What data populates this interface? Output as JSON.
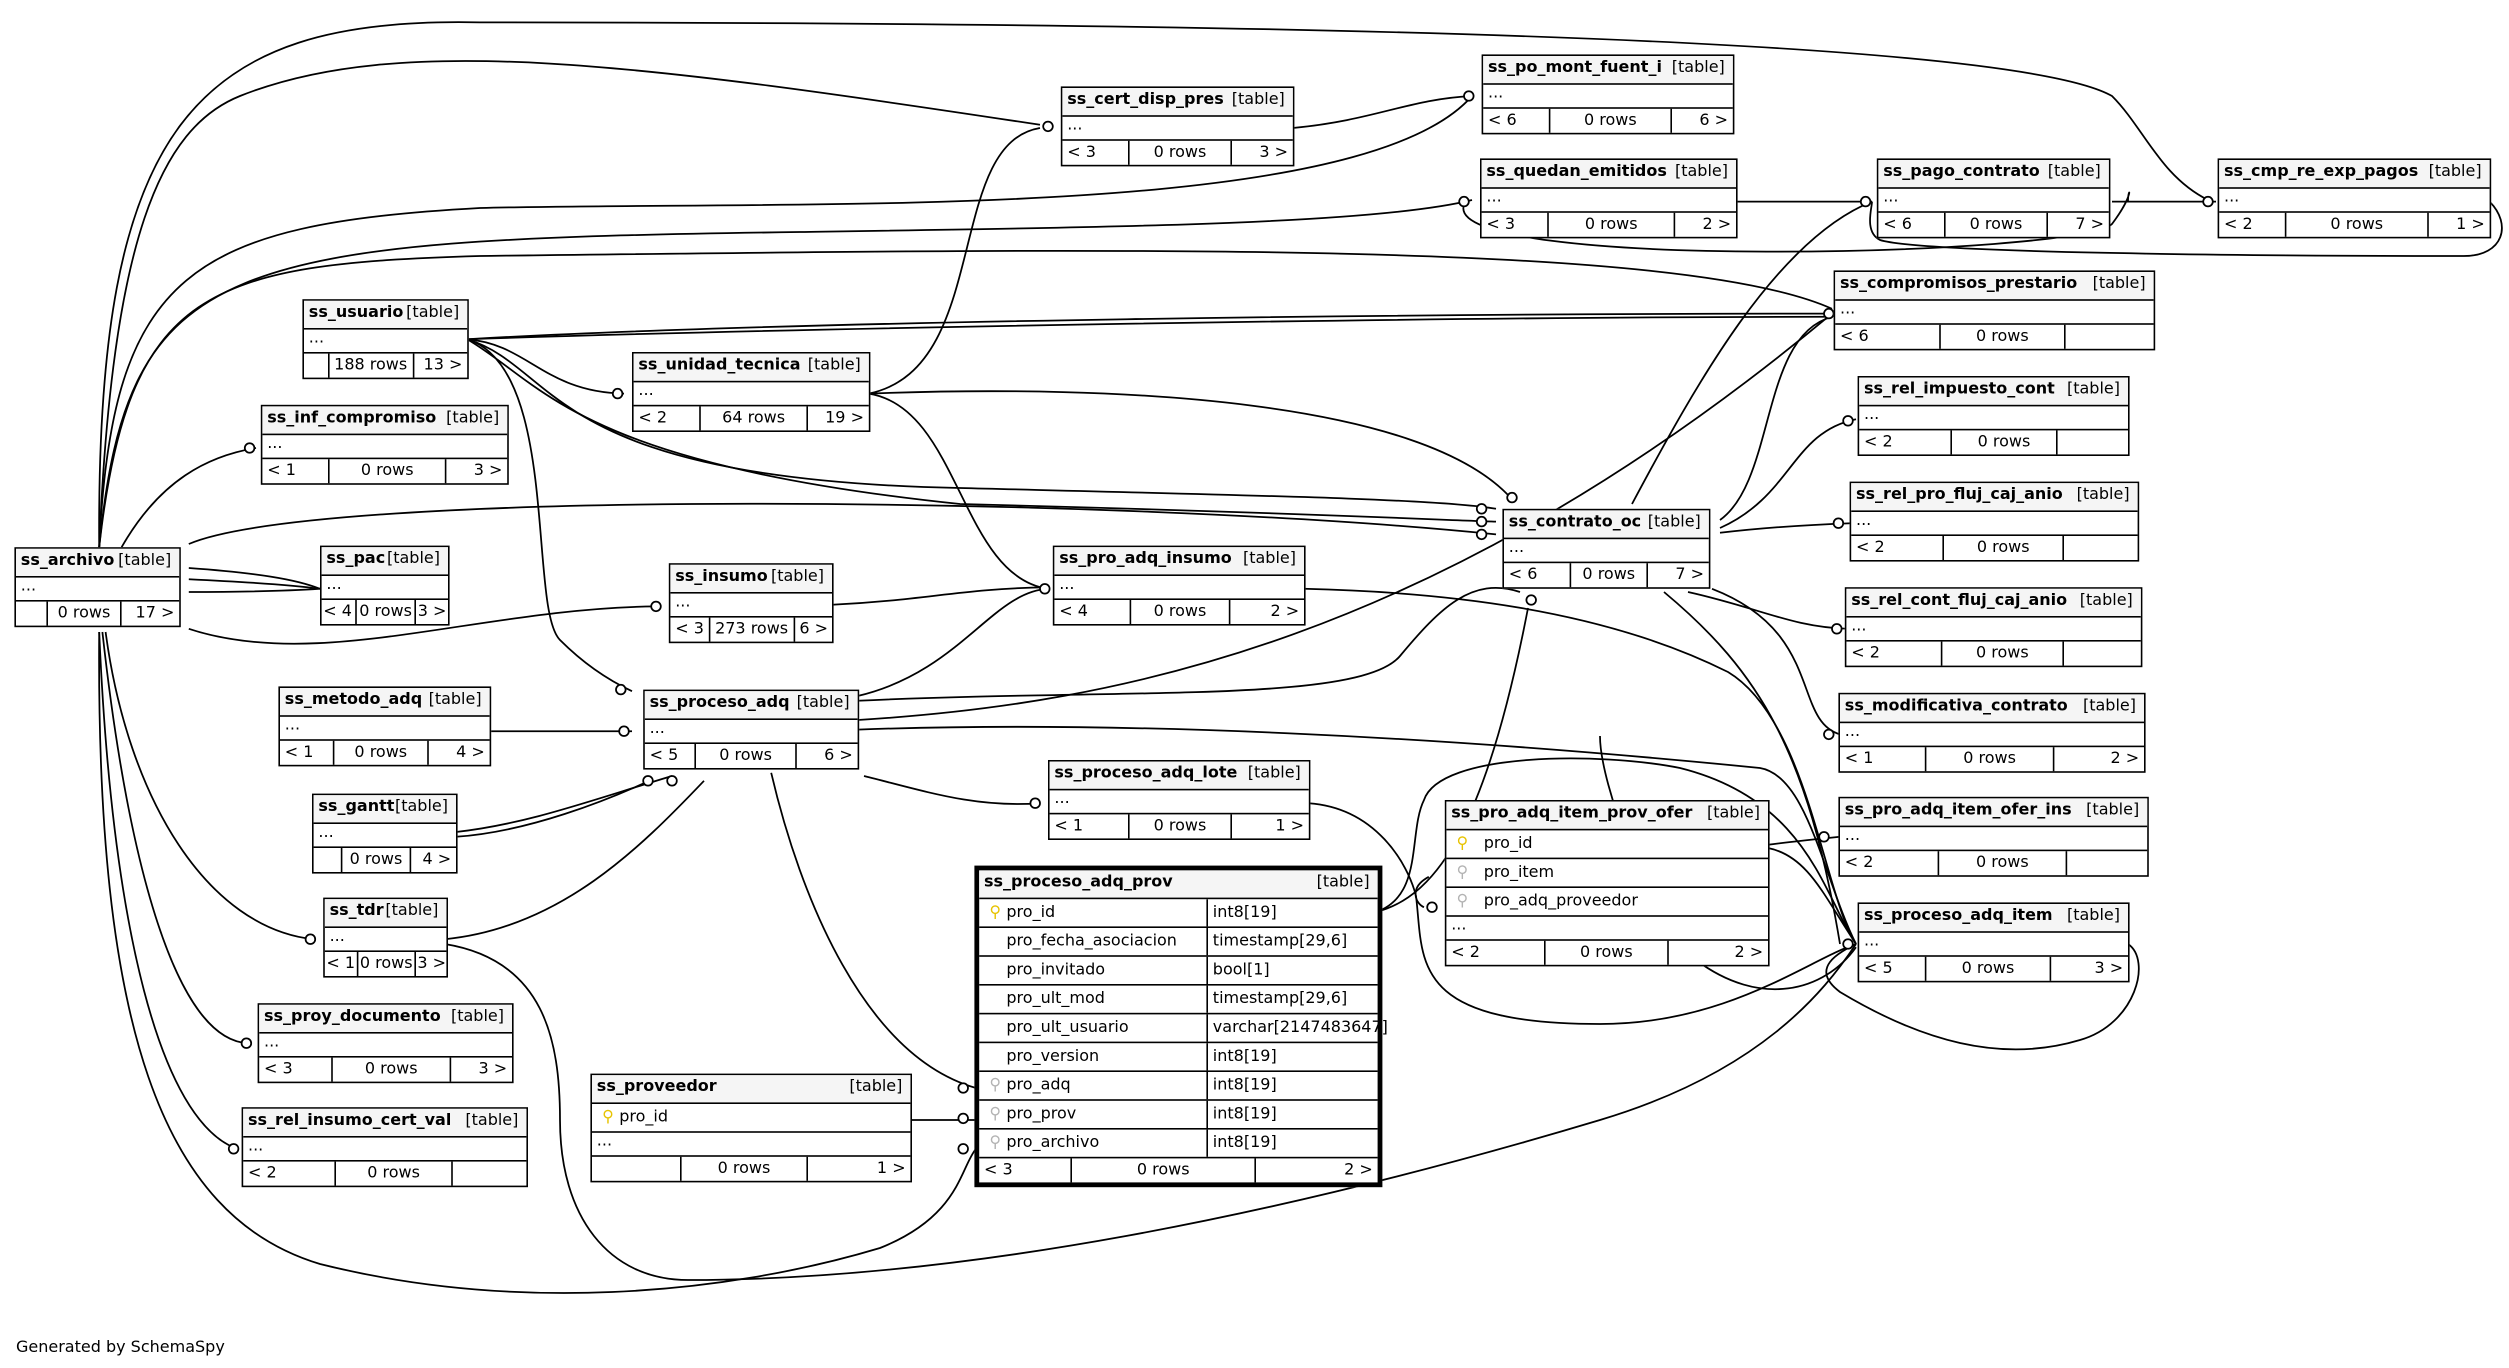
{
  "footer": "Generated by SchemaSpy",
  "legend": {
    "table_type": "[table]",
    "ellipsis": "..."
  },
  "colors": {
    "primary_key_icon": "#e7c300",
    "foreign_key_icon": "#b3b3b3",
    "header_bg": "#f5f5f5"
  },
  "icons": {
    "primary_key": "key-icon",
    "foreign_key": "key-icon-gray",
    "glyph": "⚲"
  },
  "tables": {
    "ss_archivo": {
      "name": "ss_archivo",
      "type": "[table]",
      "parents": "",
      "rows": "0 rows",
      "children": "17 >"
    },
    "ss_cert_disp_pres": {
      "name": "ss_cert_disp_pres",
      "type": "[table]",
      "parents": "< 3",
      "rows": "0 rows",
      "children": "3 >"
    },
    "ss_po_mont_fuent_i": {
      "name": "ss_po_mont_fuent_i",
      "type": "[table]",
      "parents": "< 6",
      "rows": "0 rows",
      "children": "6 >"
    },
    "ss_quedan_emitidos": {
      "name": "ss_quedan_emitidos",
      "type": "[table]",
      "parents": "< 3",
      "rows": "0 rows",
      "children": "2 >"
    },
    "ss_pago_contrato": {
      "name": "ss_pago_contrato",
      "type": "[table]",
      "parents": "< 6",
      "rows": "0 rows",
      "children": "7 >"
    },
    "ss_cmp_re_exp_pagos": {
      "name": "ss_cmp_re_exp_pagos",
      "type": "[table]",
      "parents": "< 2",
      "rows": "0 rows",
      "children": "1 >"
    },
    "ss_compromisos_prestario": {
      "name": "ss_compromisos_prestario",
      "type": "[table]",
      "parents": "< 6",
      "rows": "0 rows",
      "children": ""
    },
    "ss_usuario": {
      "name": "ss_usuario",
      "type": "[table]",
      "parents": "",
      "rows": "188 rows",
      "children": "13 >"
    },
    "ss_unidad_tecnica": {
      "name": "ss_unidad_tecnica",
      "type": "[table]",
      "parents": "< 2",
      "rows": "64 rows",
      "children": "19 >"
    },
    "ss_inf_compromiso": {
      "name": "ss_inf_compromiso",
      "type": "[table]",
      "parents": "< 1",
      "rows": "0 rows",
      "children": "3 >"
    },
    "ss_rel_impuesto_cont": {
      "name": "ss_rel_impuesto_cont",
      "type": "[table]",
      "parents": "< 2",
      "rows": "0 rows",
      "children": ""
    },
    "ss_rel_pro_fluj_caj_anio": {
      "name": "ss_rel_pro_fluj_caj_anio",
      "type": "[table]",
      "parents": "< 2",
      "rows": "0 rows",
      "children": ""
    },
    "ss_contrato_oc": {
      "name": "ss_contrato_oc",
      "type": "[table]",
      "parents": "< 6",
      "rows": "0 rows",
      "children": "7 >"
    },
    "ss_pac": {
      "name": "ss_pac",
      "type": "[table]",
      "parents": "< 4",
      "rows": "0 rows",
      "children": "3 >"
    },
    "ss_insumo": {
      "name": "ss_insumo",
      "type": "[table]",
      "parents": "< 3",
      "rows": "273 rows",
      "children": "6 >"
    },
    "ss_pro_adq_insumo": {
      "name": "ss_pro_adq_insumo",
      "type": "[table]",
      "parents": "< 4",
      "rows": "0 rows",
      "children": "2 >"
    },
    "ss_rel_cont_fluj_caj_anio": {
      "name": "ss_rel_cont_fluj_caj_anio",
      "type": "[table]",
      "parents": "< 2",
      "rows": "0 rows",
      "children": ""
    },
    "ss_metodo_adq": {
      "name": "ss_metodo_adq",
      "type": "[table]",
      "parents": "< 1",
      "rows": "0 rows",
      "children": "4 >"
    },
    "ss_proceso_adq": {
      "name": "ss_proceso_adq",
      "type": "[table]",
      "parents": "< 5",
      "rows": "0 rows",
      "children": "6 >"
    },
    "ss_modificativa_contrato": {
      "name": "ss_modificativa_contrato",
      "type": "[table]",
      "parents": "< 1",
      "rows": "0 rows",
      "children": "2 >"
    },
    "ss_gantt": {
      "name": "ss_gantt",
      "type": "[table]",
      "parents": "",
      "rows": "0 rows",
      "children": "4 >"
    },
    "ss_proceso_adq_lote": {
      "name": "ss_proceso_adq_lote",
      "type": "[table]",
      "parents": "< 1",
      "rows": "0 rows",
      "children": "1 >"
    },
    "ss_pro_adq_item_ofer_ins": {
      "name": "ss_pro_adq_item_ofer_ins",
      "type": "[table]",
      "parents": "< 2",
      "rows": "0 rows",
      "children": ""
    },
    "ss_tdr": {
      "name": "ss_tdr",
      "type": "[table]",
      "parents": "< 1",
      "rows": "0 rows",
      "children": "3 >"
    },
    "ss_proceso_adq_item": {
      "name": "ss_proceso_adq_item",
      "type": "[table]",
      "parents": "< 5",
      "rows": "0 rows",
      "children": "3 >"
    },
    "ss_proy_documento": {
      "name": "ss_proy_documento",
      "type": "[table]",
      "parents": "< 3",
      "rows": "0 rows",
      "children": "3 >"
    },
    "ss_rel_insumo_cert_val": {
      "name": "ss_rel_insumo_cert_val",
      "type": "[table]",
      "parents": "< 2",
      "rows": "0 rows",
      "children": ""
    },
    "ss_pro_adq_item_prov_ofer": {
      "name": "ss_pro_adq_item_prov_ofer",
      "type": "[table]",
      "parents": "< 2",
      "rows": "0 rows",
      "children": "2 >",
      "columns": [
        "pro_id",
        "pro_item",
        "pro_adq_proveedor"
      ]
    },
    "ss_proveedor": {
      "name": "ss_proveedor",
      "type": "[table]",
      "parents": "",
      "rows": "0 rows",
      "children": "1 >",
      "columns": [
        "pro_id"
      ]
    },
    "ss_proceso_adq_prov": {
      "name": "ss_proceso_adq_prov",
      "type": "[table]",
      "parents": "< 3",
      "rows": "0 rows",
      "children": "2 >",
      "columns": [
        {
          "name": "pro_id",
          "type": "int8[19]"
        },
        {
          "name": "pro_fecha_asociacion",
          "type": "timestamp[29,6]"
        },
        {
          "name": "pro_invitado",
          "type": "bool[1]"
        },
        {
          "name": "pro_ult_mod",
          "type": "timestamp[29,6]"
        },
        {
          "name": "pro_ult_usuario",
          "type": "varchar[2147483647]"
        },
        {
          "name": "pro_version",
          "type": "int8[19]"
        },
        {
          "name": "pro_adq",
          "type": "int8[19]"
        },
        {
          "name": "pro_prov",
          "type": "int8[19]"
        },
        {
          "name": "pro_archivo",
          "type": "int8[19]"
        }
      ]
    }
  }
}
